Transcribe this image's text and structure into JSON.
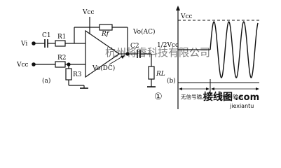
{
  "circuit": {
    "labels": {
      "vcc_top": "Vcc",
      "rf": "Rf",
      "c1": "C1",
      "r1": "R1",
      "vi": "Vi",
      "r2": "R2",
      "vcc_left": "Vcc",
      "r3": "R3",
      "c2": "C2",
      "vo_ac": "Vo(AC)",
      "vo_dc": "Vo(DC)",
      "rl": "RL",
      "panel_a": "(a)",
      "figure_number": "①"
    }
  },
  "waveform": {
    "labels": {
      "vcc": "Vcc",
      "half_vcc": "1/2Vcc",
      "panel_b": "(b)",
      "no_signal": "无信号输入",
      "with_signal": "有信号输入"
    }
  },
  "watermarks": {
    "top_text": "杭州将睿科技有限公司",
    "logo_text": "接线图",
    "logo_domain": ".com",
    "url": "jiexiantu"
  },
  "colors": {
    "ink": "#111111",
    "watermark": "#9fb7c8",
    "logo_red": "#d62b2b"
  }
}
